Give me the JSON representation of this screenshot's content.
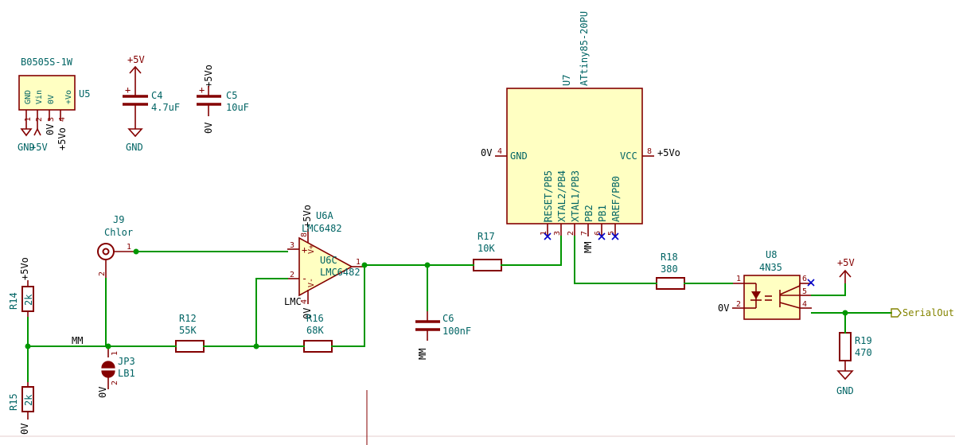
{
  "components": {
    "u5": {
      "part": "B0505S-1W",
      "ref": "U5",
      "pins": [
        "GND",
        "Vin",
        "0V",
        "+Vo"
      ],
      "pin_nums": [
        "1",
        "2",
        "3",
        "4"
      ],
      "nets": [
        "GND",
        "+5V",
        "0V",
        "+5Vo"
      ]
    },
    "c4": {
      "ref": "C4",
      "value": "4.7uF",
      "net_top": "+5V",
      "net_bot": "GND"
    },
    "c5": {
      "ref": "C5",
      "value": "10uF",
      "net_top": "+5Vo",
      "net_bot": "0V"
    },
    "u7": {
      "part": "ATtiny85-20PU",
      "ref": "U7",
      "gnd_label": "GND",
      "vcc_label": "VCC",
      "gnd_pin": "4",
      "vcc_pin": "8",
      "gnd_net": "0V",
      "vcc_net": "+5Vo",
      "pins": [
        {
          "num": "1",
          "name": "RESET/PB5"
        },
        {
          "num": "3",
          "name": "XTAL2/PB4"
        },
        {
          "num": "2",
          "name": "XTAL1/PB3"
        },
        {
          "num": "7",
          "name": "PB2"
        },
        {
          "num": "6",
          "name": "PB1"
        },
        {
          "num": "5",
          "name": "AREF/PB0"
        }
      ],
      "pb2_net": "MM"
    },
    "u6a": {
      "ref": "U6A",
      "part": "LMC6482",
      "ghost_ref": "U6C",
      "ghost_part": "LMC6482",
      "ghost_sub": "LMC",
      "pin_plus": "3",
      "pin_minus": "2",
      "pin_out": "1",
      "pin_vp": "8",
      "pin_vm": "4",
      "sym_plus": "+",
      "sym_minus": "-",
      "sym_vp": "V+",
      "sym_vm": "V-",
      "net_vp": "+5Vo",
      "net_vm": "0V"
    },
    "j9": {
      "ref": "J9",
      "value": "Chlor",
      "pin1": "1",
      "pin2": "2"
    },
    "jp3": {
      "ref": "JP3",
      "value": "LB1",
      "pin1": "1",
      "pin2": "2",
      "net_bot": "0V"
    },
    "r14": {
      "ref": "R14",
      "value": "2k",
      "net_top": "+5Vo"
    },
    "r15": {
      "ref": "R15",
      "value": "2k",
      "net_bot": "0V"
    },
    "r12": {
      "ref": "R12",
      "value": "55K"
    },
    "r16": {
      "ref": "R16",
      "value": "68K"
    },
    "r17": {
      "ref": "R17",
      "value": "10K"
    },
    "r18": {
      "ref": "R18",
      "value": "380"
    },
    "r19": {
      "ref": "R19",
      "value": "470",
      "net_bot": "GND"
    },
    "c6": {
      "ref": "C6",
      "value": "100nF",
      "net_bot": "MM"
    },
    "u8": {
      "ref": "U8",
      "part": "4N35",
      "pins": [
        "1",
        "2",
        "4",
        "5",
        "6"
      ],
      "net_pin2": "0V",
      "net_pin5": "+5V"
    }
  },
  "net_labels": {
    "mm_left": "MM",
    "serial_out": "SerialOut"
  }
}
